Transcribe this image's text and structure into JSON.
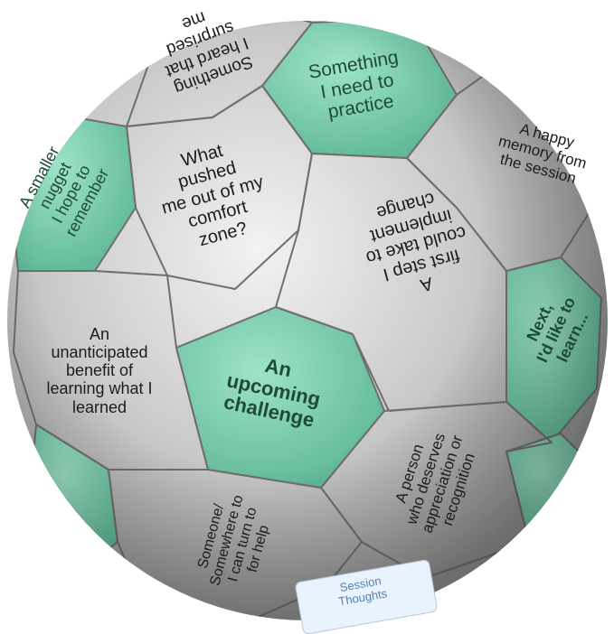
{
  "image": {
    "subject": "soccer ball",
    "colors": {
      "background": "#ffffff",
      "silver": "#c8c8c8",
      "silver_dark": "#8e8e8e",
      "mint": "#7fd4b6",
      "mint_dark": "#4fa98a",
      "text": "#1c1c1c"
    }
  },
  "panels": [
    {
      "text": "Something\nI heard that\nsurprised\nme"
    },
    {
      "text": "Something\nI need to\npractice"
    },
    {
      "text": "A smaller\nnugget\nI hope to\nremember"
    },
    {
      "text": "What\npushed\nme out of my\ncomfort\nzone?"
    },
    {
      "text": "A happy\nmemory from\nthe session"
    },
    {
      "text": "A\nfirst step I\ncould take to\nimplement\nchange"
    },
    {
      "text": "An\nunanticipated\nbenefit of\nlearning what I\nlearned"
    },
    {
      "text": "An\nupcoming\nchallenge"
    },
    {
      "text": "Next,\nI'd like to\nlearn..."
    },
    {
      "text": "A person\nwho deserves\nappreciation or\nrecognition"
    },
    {
      "text": "Someone/\nSomewhere to\nI can turn to\nfor help"
    },
    {
      "text": "Session\nThoughts"
    }
  ]
}
